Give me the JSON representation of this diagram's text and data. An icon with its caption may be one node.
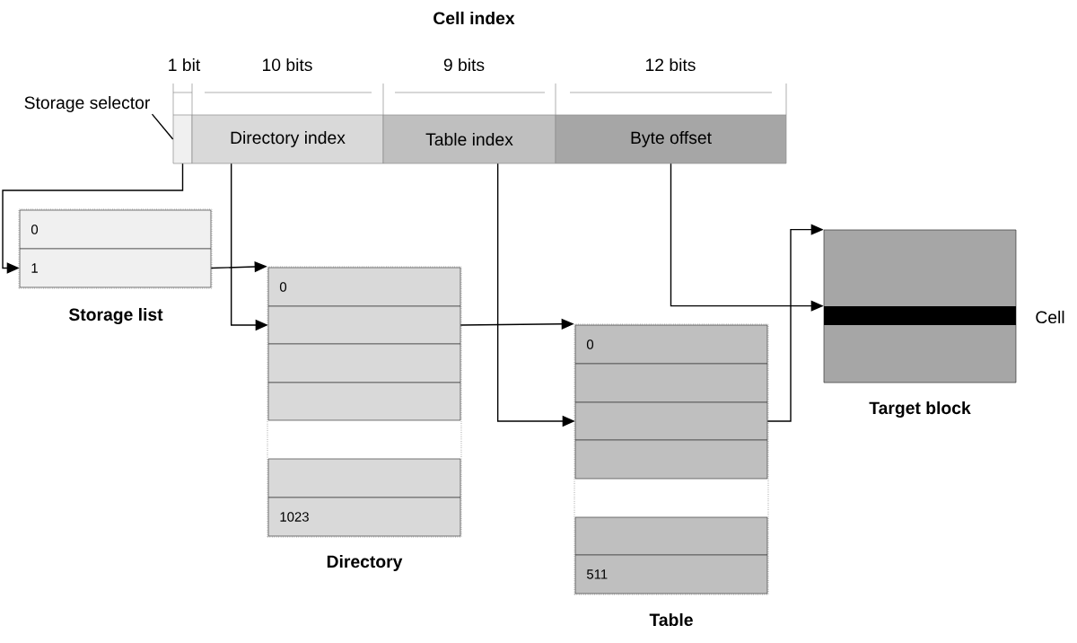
{
  "diagram": {
    "title": "Cell index",
    "nodes": [
      {
        "text": [
          "Storage selector"
        ]
      },
      {
        "text": [],
        "shape": "box"
      },
      {
        "text": [
          "Directory index"
        ]
      },
      {
        "text": [
          "Table index"
        ]
      },
      {
        "text": [
          "Byte offset"
        ]
      },
      {
        "text": [
          "Storage list"
        ]
      },
      {
        "text": [
          "0"
        ],
        "in": 5
      },
      {
        "text": [
          "1"
        ],
        "in": 5
      },
      {
        "text": [
          "Directory"
        ]
      },
      {
        "text": [
          "0"
        ],
        "in": 8
      },
      {
        "text": [],
        "shape": "box",
        "in": 8
      },
      {
        "text": [],
        "shape": "box",
        "in": 8
      },
      {
        "text": [],
        "shape": "box",
        "in": 8
      },
      {
        "text": [],
        "shape": "box",
        "in": 8
      },
      {
        "text": [
          "1023"
        ],
        "in": 8
      },
      {
        "text": [
          "Table"
        ]
      },
      {
        "text": [
          "0"
        ],
        "in": 15
      },
      {
        "text": [],
        "shape": "box",
        "in": 15
      },
      {
        "text": [],
        "shape": "box",
        "in": 15
      },
      {
        "text": [],
        "shape": "box",
        "in": 15
      },
      {
        "text": [],
        "shape": "box",
        "in": 15
      },
      {
        "text": [
          "511"
        ],
        "in": 15
      },
      {
        "text": [
          "Target block"
        ]
      },
      {
        "text": [],
        "shape": "bar",
        "in": 22,
        "beside": [
          "Cell"
        ]
      }
    ],
    "edges": [
      {
        "from": 0,
        "to": 1,
        "arrow": "none"
      },
      {
        "from": 1,
        "to": 7,
        "arrow": "to"
      },
      {
        "from": 7,
        "to": 8,
        "arrow": "to"
      },
      {
        "from": 2,
        "to": 10,
        "arrow": "to"
      },
      {
        "from": 10,
        "to": 15,
        "arrow": "to"
      },
      {
        "from": 3,
        "to": 18,
        "arrow": "to"
      },
      {
        "from": 18,
        "to": 22,
        "arrow": "to"
      },
      {
        "from": 4,
        "to": 23,
        "arrow": "to"
      }
    ],
    "labels": [
      "1 bit",
      "10 bits",
      "9 bits",
      "12 bits"
    ]
  }
}
